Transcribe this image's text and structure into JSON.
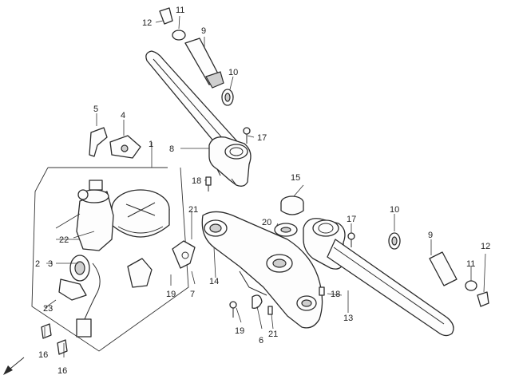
{
  "diagram": {
    "callouts": {
      "c1": "1",
      "c2": "2",
      "c3": "3",
      "c4": "4",
      "c5": "5",
      "c6": "6",
      "c7": "7",
      "c8": "8",
      "c9_top": "9",
      "c9_right": "9",
      "c10_top": "10",
      "c10_right": "10",
      "c11_top": "11",
      "c11_right": "11",
      "c12_top": "12",
      "c12_right": "12",
      "c13": "13",
      "c14": "14",
      "c15": "15",
      "c16_a": "16",
      "c16_b": "16",
      "c17_top": "17",
      "c17_mid": "17",
      "c18_left": "18",
      "c18_right": "18",
      "c19_left": "19",
      "c19_mid": "19",
      "c20": "20",
      "c21_top": "21",
      "c21_bottom": "21",
      "c22": "22",
      "c23": "23"
    }
  }
}
